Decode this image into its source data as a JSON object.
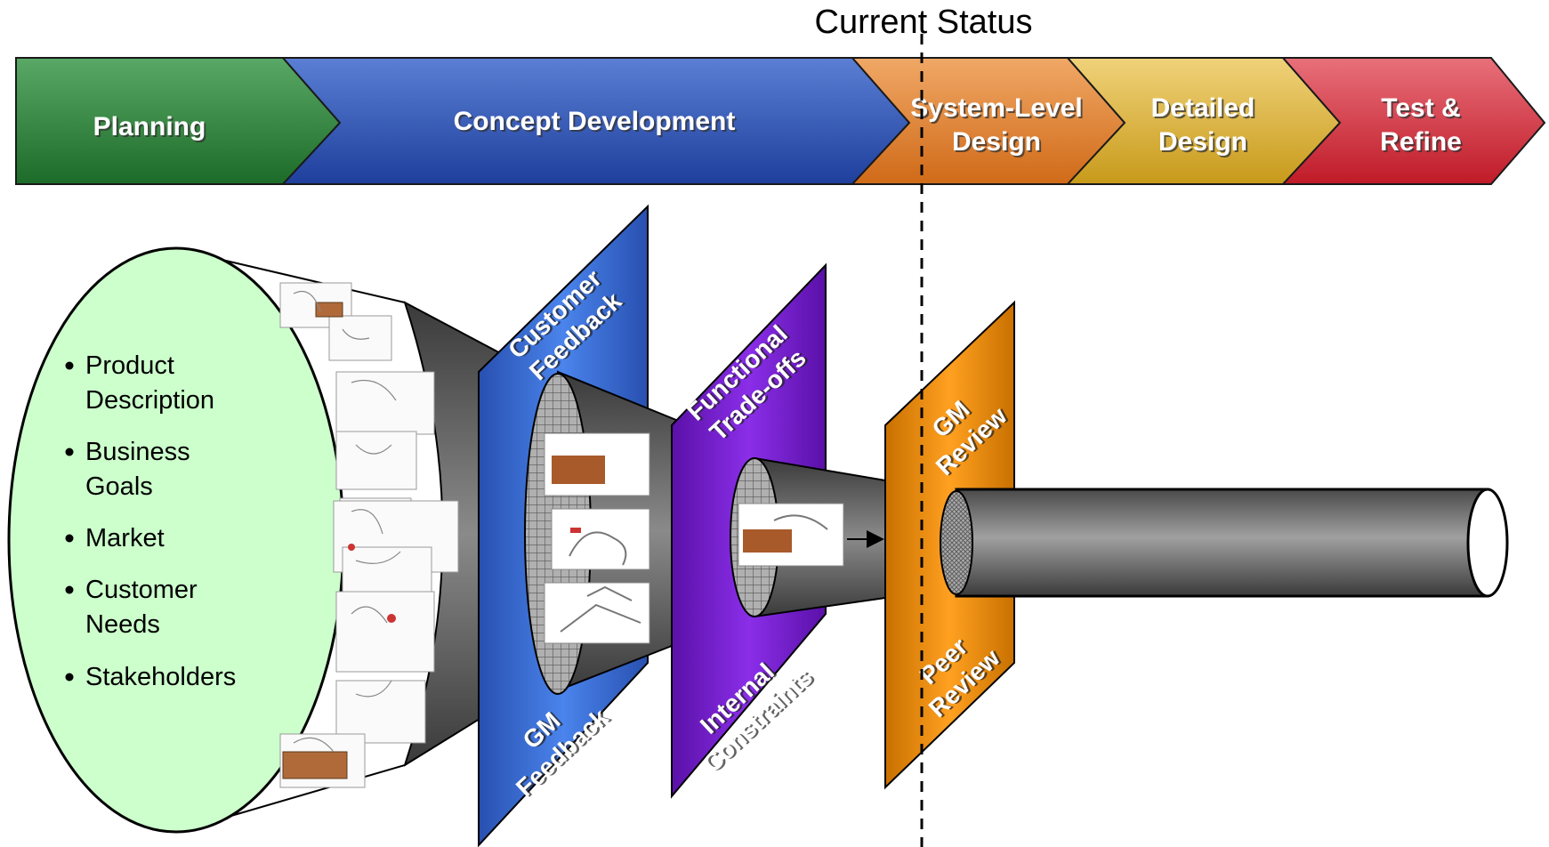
{
  "current_status": {
    "label": "Current Status"
  },
  "phases": [
    {
      "id": "planning",
      "lines": [
        "Planning"
      ]
    },
    {
      "id": "concept",
      "lines": [
        "Concept Development"
      ]
    },
    {
      "id": "system",
      "lines": [
        "System-Level",
        "Design"
      ]
    },
    {
      "id": "detailed",
      "lines": [
        "Detailed",
        "Design"
      ]
    },
    {
      "id": "test",
      "lines": [
        "Test &",
        "Refine"
      ]
    }
  ],
  "inputs": {
    "items": [
      {
        "lines": [
          "Product",
          "Description"
        ]
      },
      {
        "lines": [
          "Business",
          "Goals"
        ]
      },
      {
        "lines": [
          "Market"
        ]
      },
      {
        "lines": [
          "Customer",
          "Needs"
        ]
      },
      {
        "lines": [
          "Stakeholders"
        ]
      }
    ]
  },
  "filters": {
    "blue": {
      "top": [
        "Customer",
        "Feedback"
      ],
      "bottom": [
        "GM",
        "Feedback"
      ]
    },
    "purple": {
      "top": [
        "Functional",
        "Trade-offs"
      ],
      "bottom": [
        "Internal",
        "Constraints"
      ]
    },
    "orange": {
      "top": [
        "GM",
        "Review"
      ],
      "bottom": [
        "Peer",
        "Review"
      ]
    }
  },
  "colors": {
    "planning": "#2e8b3c",
    "concept": "#2f55b8",
    "system": "#e8802a",
    "detailed": "#e0b030",
    "test": "#d0303c",
    "ellipse": "#ccffcc",
    "blue_panel": "#3a6fd8",
    "purple_panel": "#7a1fd0",
    "orange_panel": "#f09010",
    "funnel": "#666666"
  }
}
